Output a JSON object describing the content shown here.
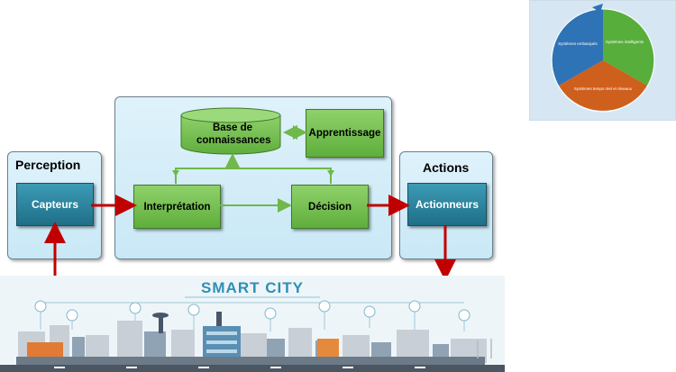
{
  "perception": {
    "title": "Perception",
    "sensor": "Capteurs"
  },
  "actions": {
    "title": "Actions",
    "actuator": "Actionneurs"
  },
  "core": {
    "knowledge_base": "Base de connaissances",
    "learning": "Apprentissage",
    "interpretation": "Interprétation",
    "decision": "Décision"
  },
  "city": {
    "title": "SMART CITY"
  },
  "cycle": {
    "segments": [
      {
        "label": "Systèmes embarqués",
        "color": "#2e73b6"
      },
      {
        "label": "Systèmes intelligents",
        "color": "#58ae3b"
      },
      {
        "label": "Systèmes temps réel et réseaux",
        "color": "#cf5f1c"
      }
    ]
  },
  "colors": {
    "red_arrow": "#c00000",
    "green_arrow": "#70b84a",
    "green_box": "#6cbf45",
    "teal_box": "#2a86a2"
  }
}
